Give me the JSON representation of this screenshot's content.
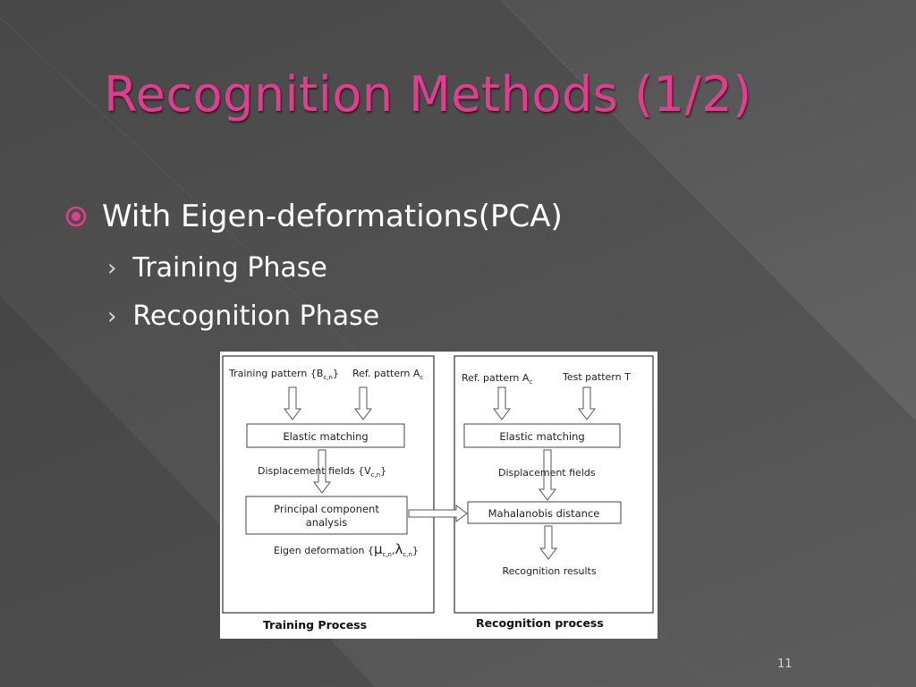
{
  "slide": {
    "title": "Recognition Methods (1/2)",
    "bullet": "With Eigen-deformations(PCA)",
    "sub_bullets": [
      "Training Phase",
      "Recognition Phase"
    ],
    "page_number": "11",
    "title_color": "#e43d8f"
  },
  "diagram": {
    "training": {
      "input1": "Training pattern {B",
      "input1_sub": "c,n",
      "input2": "Ref. pattern A",
      "input2_sub": "c",
      "elastic_matching": "Elastic matching",
      "displacement": "Displacement fields {V",
      "displacement_sub": "c,n",
      "pca_line1": "Principal component",
      "pca_line2": "analysis",
      "eigen": "Eigen deformation {",
      "eigen_mu": "μ",
      "eigen_lambda": "λ",
      "eigen_sub": "c,n",
      "label": "Training Process"
    },
    "recognition": {
      "input1": "Ref. pattern A",
      "input1_sub": "c",
      "input2": "Test pattern T",
      "elastic_matching": "Elastic matching",
      "displacement": "Displacement fields",
      "mahalanobis": "Mahalanobis distance",
      "results": "Recognition results",
      "label": "Recognition process"
    }
  }
}
